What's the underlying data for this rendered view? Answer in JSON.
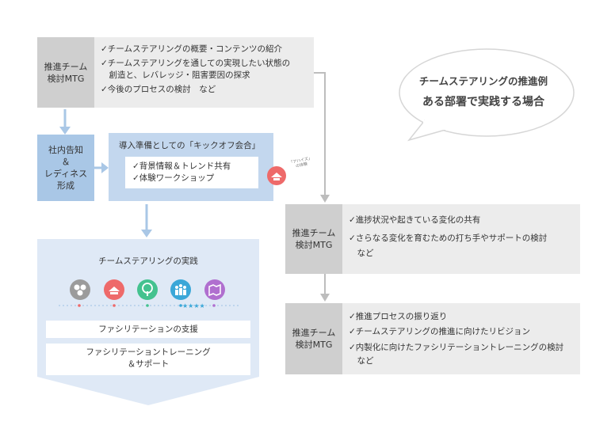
{
  "speech_bubble": {
    "line1": "チームステアリングの推進例",
    "line2": "ある部署で実践する場合"
  },
  "mtg1": {
    "label": "推進チーム\n検討MTG",
    "items": [
      "✓チームステアリングの概要・コンテンツの紹介",
      "✓チームステアリングを通しての実現したい状態の\n　創造と、レバレッジ・阻害要因の探求",
      "✓今後のプロセスの検討　など"
    ]
  },
  "announce": {
    "label": "社内告知\n＆\nレディネス\n形成"
  },
  "kickoff": {
    "title": "導入準備としての「キックオフ会合」",
    "items": [
      "✓背景情報＆トレンド共有",
      "✓体験ワークショップ"
    ]
  },
  "aha": {
    "label": "「アハイズ」\nの体験"
  },
  "practice": {
    "title": "チームステアリングの実践",
    "bar1": "ファシリテーションの支援",
    "bar2": "ファシリテーショントレーニング\n＆サポート",
    "icons": [
      {
        "name": "team-icon",
        "color": "#9b9b9b"
      },
      {
        "name": "pattern-icon",
        "color": "#ee6a6a"
      },
      {
        "name": "tree-icon",
        "color": "#44c28f"
      },
      {
        "name": "people-icon",
        "color": "#3aa7d8"
      },
      {
        "name": "map-icon",
        "color": "#b06fcf"
      }
    ]
  },
  "mtg2": {
    "label": "推進チーム\n検討MTG",
    "items": [
      "✓進捗状況や起きている変化の共有",
      "✓さらなる変化を育むための打ち手やサポートの検討\n　など"
    ]
  },
  "mtg3": {
    "label": "推進チーム\n検討MTG",
    "items": [
      "✓推進プロセスの振り返り",
      "✓チームステアリングの推進に向けたリビジョン",
      "✓内製化に向けたファシリテーショントレーニングの検討\n　など"
    ]
  },
  "colors": {
    "gray_dark": "#cfcfcf",
    "gray_light": "#ececec",
    "blue_dark": "#a9c7e6",
    "blue_panel": "#c3d7ee",
    "blue_light": "#dfe9f6"
  }
}
